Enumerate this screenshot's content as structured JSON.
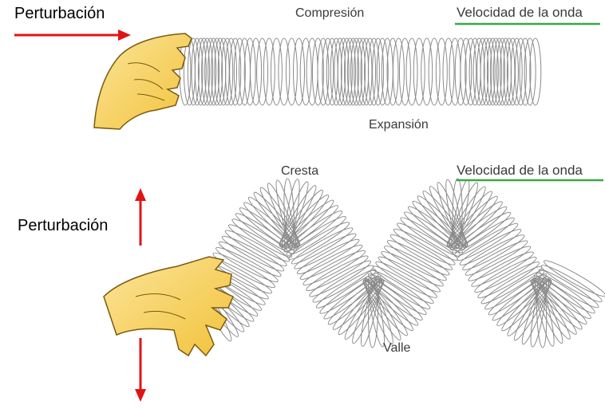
{
  "top_panel": {
    "disturbance_label": "Perturbación",
    "compression_label": "Compresión",
    "expansion_label": "Expansión",
    "wave_velocity_label": "Velocidad de la onda"
  },
  "bottom_panel": {
    "disturbance_label": "Perturbación",
    "crest_label": "Cresta",
    "trough_label": "Valle",
    "wave_velocity_label": "Velocidad de la onda"
  },
  "colors": {
    "arrow": "#e01414",
    "velocity_underline": "#3aa844",
    "hand_fill": "#f2c23a",
    "hand_light": "#fbe59a",
    "coil": "#8a8a8a"
  },
  "icons": [
    "hand-icon",
    "slinky-spring-icon",
    "arrow-right-icon",
    "arrow-up-icon",
    "arrow-down-icon"
  ]
}
